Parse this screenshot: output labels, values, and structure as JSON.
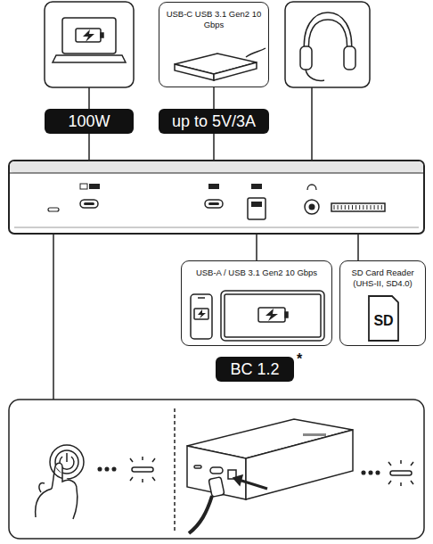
{
  "diagram": {
    "nodes": [
      {
        "text": [
          "USB-C USB 3.1 Gen2 10 Gbps"
        ]
      },
      {
        "text": [
          "100W"
        ]
      },
      {
        "text": [
          "up to 5V/3A"
        ]
      },
      {
        "text": [
          "USB-A / USB 3.1 Gen2 10 Gbps"
        ]
      },
      {
        "text": [
          "SD Card Reader (UHS-II, SD4.0)"
        ]
      },
      {
        "text": [
          "BC 1.2"
        ]
      }
    ],
    "edges": [
      {
        "from": 0,
        "to": 2,
        "arrow": "none"
      }
    ],
    "labels": [
      "*",
      "SD"
    ]
  }
}
